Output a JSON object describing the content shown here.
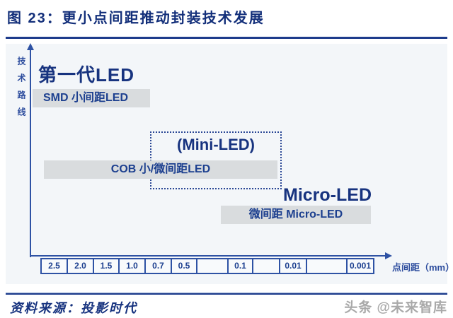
{
  "palette": {
    "title_navy": "#132f7a",
    "text_navy": "#1c3f8f",
    "axis_blue": "#2e52a4",
    "bar_gray": "#d9dcde",
    "panel_bg": "#f3f6f9",
    "divider_blue": "#1e3c8c",
    "watermark_gray": "#a9a9a9"
  },
  "header": {
    "title": "图 23：更小点间距推动封装技术发展"
  },
  "chart": {
    "y_axis_label": "技术路线",
    "x_axis_label": "点间距（mm）",
    "generation1_heading": "第一代LED",
    "smd_bar_label": "SMD 小间距LED",
    "mini_led_label": "(Mini-LED)",
    "cob_bar_label": "COB 小/微间距LED",
    "micro_led_heading": "Micro-LED",
    "micro_bar_label": "微间距 Micro-LED",
    "pitch_scale": [
      {
        "label": "2.5",
        "width": 39
      },
      {
        "label": "2.0",
        "width": 39
      },
      {
        "label": "1.5",
        "width": 38
      },
      {
        "label": "1.0",
        "width": 39
      },
      {
        "label": "0.7",
        "width": 39
      },
      {
        "label": "0.5",
        "width": 38
      },
      {
        "label": "",
        "width": 46
      },
      {
        "label": "0.1",
        "width": 37
      },
      {
        "label": "",
        "width": 40
      },
      {
        "label": "0.01",
        "width": 40
      },
      {
        "label": "",
        "width": 59
      },
      {
        "label": "0.001",
        "width": 40
      }
    ]
  },
  "chart_data": {
    "type": "table",
    "title": "更小点间距推动封装技术发展",
    "xlabel": "点间距（mm）",
    "ylabel": "技术路线",
    "x_ticks": [
      "2.5",
      "2.0",
      "1.5",
      "1.0",
      "0.7",
      "0.5",
      "0.1",
      "0.01",
      "0.001"
    ],
    "x_axis_direction": "decreasing pitch left to right",
    "items": [
      {
        "generation": "第一代LED",
        "bar": "SMD 小间距LED",
        "pitch_range_mm": [
          2.5,
          1.0
        ]
      },
      {
        "generation": "(Mini-LED)",
        "bar": "COB 小/微间距LED",
        "pitch_range_mm": [
          2.5,
          0.01
        ],
        "note": "Mini-LED shown as dashed box over 1.0–0.01 range"
      },
      {
        "generation": "Micro-LED",
        "bar": "微间距 Micro-LED",
        "pitch_range_mm": [
          0.5,
          0.001
        ]
      }
    ]
  },
  "footer": {
    "source": "资料来源：投影时代",
    "watermark": "头条 @未来智库"
  }
}
